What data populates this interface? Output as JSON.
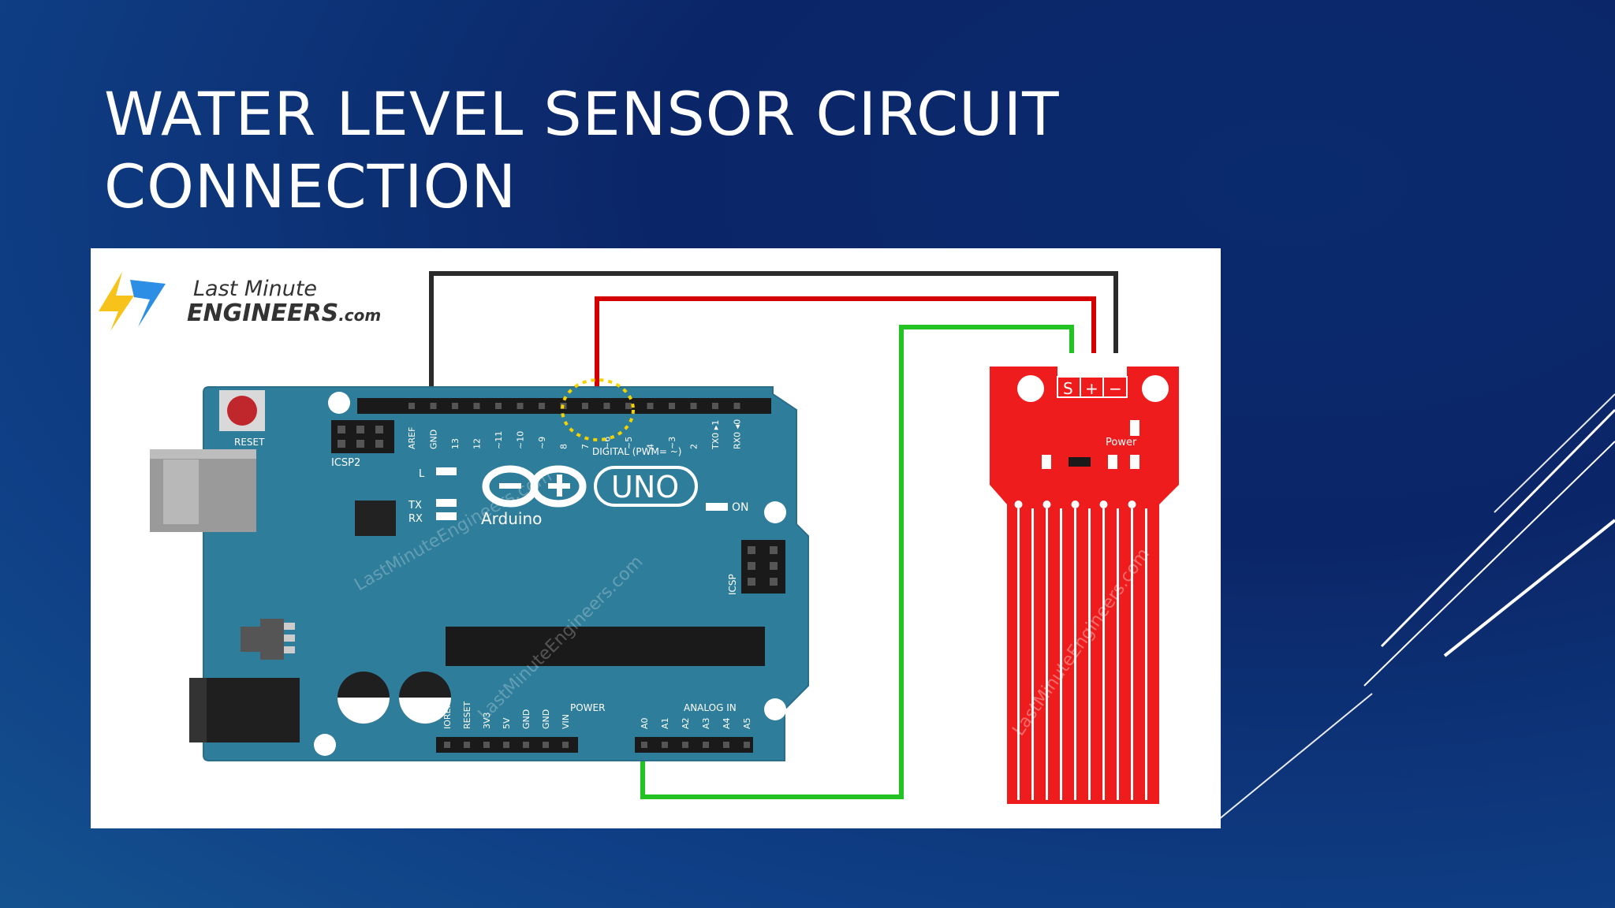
{
  "slide": {
    "title_line1": "WATER LEVEL SENSOR CIRCUIT",
    "title_line2": "CONNECTION"
  },
  "logo": {
    "line1": "Last Minute",
    "line2_main": "ENGINEERS",
    "line2_suffix": ".com"
  },
  "arduino": {
    "brand": "Arduino",
    "model": "UNO",
    "reset_label": "RESET",
    "icsp2_label": "ICSP2",
    "icsp_label": "ICSP",
    "led_l": "L",
    "led_tx": "TX",
    "led_rx": "RX",
    "led_on": "ON",
    "digital_label": "DIGITAL (PWM= ~)",
    "power_label": "POWER",
    "analog_label": "ANALOG IN",
    "digital_pins": [
      "AREF",
      "GND",
      "13",
      "12",
      "~11",
      "~10",
      "~9",
      "8",
      "7",
      "~6",
      "~5",
      "4",
      "~3",
      "2",
      "TX0 ▸1",
      "RX0 ◂0"
    ],
    "power_pins": [
      "IOREF",
      "RESET",
      "3V3",
      "5V",
      "GND",
      "GND",
      "VIN"
    ],
    "analog_pins": [
      "A0",
      "A1",
      "A2",
      "A3",
      "A4",
      "A5"
    ]
  },
  "sensor": {
    "pin_s": "S",
    "pin_plus": "+",
    "pin_minus": "−",
    "power_label": "Power"
  },
  "watermark": "LastMinuteEngineers.com",
  "colors": {
    "wire_gnd": "#2b2b2b",
    "wire_vcc": "#d40000",
    "wire_signal": "#22c322",
    "board": "#2e7d9a",
    "sensor": "#ee1c1c",
    "accent_logo_yellow": "#f7c21a",
    "accent_logo_blue": "#2d8ee6"
  }
}
